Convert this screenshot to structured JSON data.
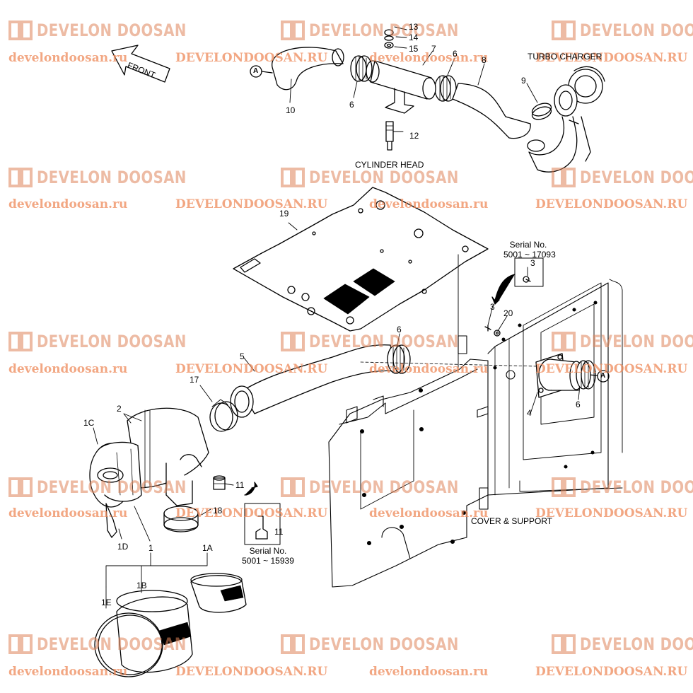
{
  "watermark": {
    "brand": "DEVELON DOOSAN",
    "urls": [
      "develondoosan.ru",
      "DEVELONDOOSAN.RU",
      "develondoosan.ru",
      "DEVELONDOOSAN.RU",
      "develondoosan.ru",
      "DEVELONDOOSAN.RU",
      "develondoosan.ru",
      "DEVELONDOOSAN.RU",
      "develondoosan.ru",
      "DEVELONDOOSAN.RU",
      "develondoosan.ru",
      "DEVELONDOOSAN.RU",
      "develondoosan.ru",
      "DEVELONDOOSAN.RU",
      "develondoosan.ru",
      "DEVELONDOOSAN.RU",
      "develondoosan.ru",
      "DEVELONDOOSAN.RU",
      "develondoosan.ru",
      "DEVELONDOOSAN.RU"
    ],
    "color": "#e0855a"
  },
  "captions": {
    "front": "FRONT",
    "turbo_charger": "TURBO CHARGER",
    "cylinder_head": "CYLINDER HEAD",
    "cover_support": "COVER & SUPPORT",
    "serial_top_label": "Serial No.",
    "serial_top_range": "5001 ~ 17093",
    "serial_bottom_label": "Serial No.",
    "serial_bottom_range": "5001 ~ 15939",
    "ref_a": "A"
  },
  "callouts": [
    "13",
    "14",
    "15",
    "7",
    "6",
    "8",
    "10",
    "6",
    "12",
    "9",
    "19",
    "3",
    "3",
    "20",
    "6",
    "5",
    "17",
    "4",
    "6",
    "2",
    "1C",
    "11",
    "11",
    "18",
    "1D",
    "1",
    "1A",
    "1B",
    "1E"
  ]
}
